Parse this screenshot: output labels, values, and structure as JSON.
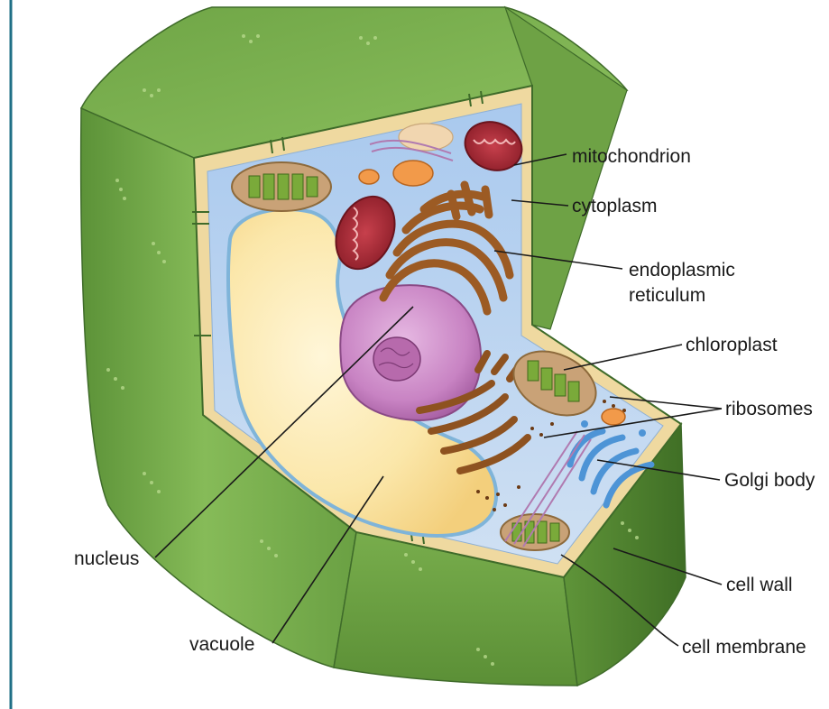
{
  "colors": {
    "frame": "#1f6f86",
    "wall_light": "#8fc261",
    "wall_dark": "#4d7f2f",
    "wall_outline": "#3f6b2a",
    "membrane": "#efd9a0",
    "cytoplasm": "#b9d3ee",
    "vacuole": "#fbe6a6",
    "nucleus": "#c77fc3",
    "er": "#9c5b24",
    "mitochondrion": "#9c2230",
    "chloroplast": "#7aaa3a",
    "golgi": "#4d94d6"
  },
  "labels": {
    "mitochondrion": "mitochondrion",
    "cytoplasm": "cytoplasm",
    "er_line1": "endoplasmic",
    "er_line2": "reticulum",
    "chloroplast": "chloroplast",
    "ribosomes": "ribosomes",
    "golgi": "Golgi body",
    "nucleus": "nucleus",
    "cell_wall": "cell wall",
    "vacuole": "vacuole",
    "cell_membrane": "cell membrane"
  }
}
